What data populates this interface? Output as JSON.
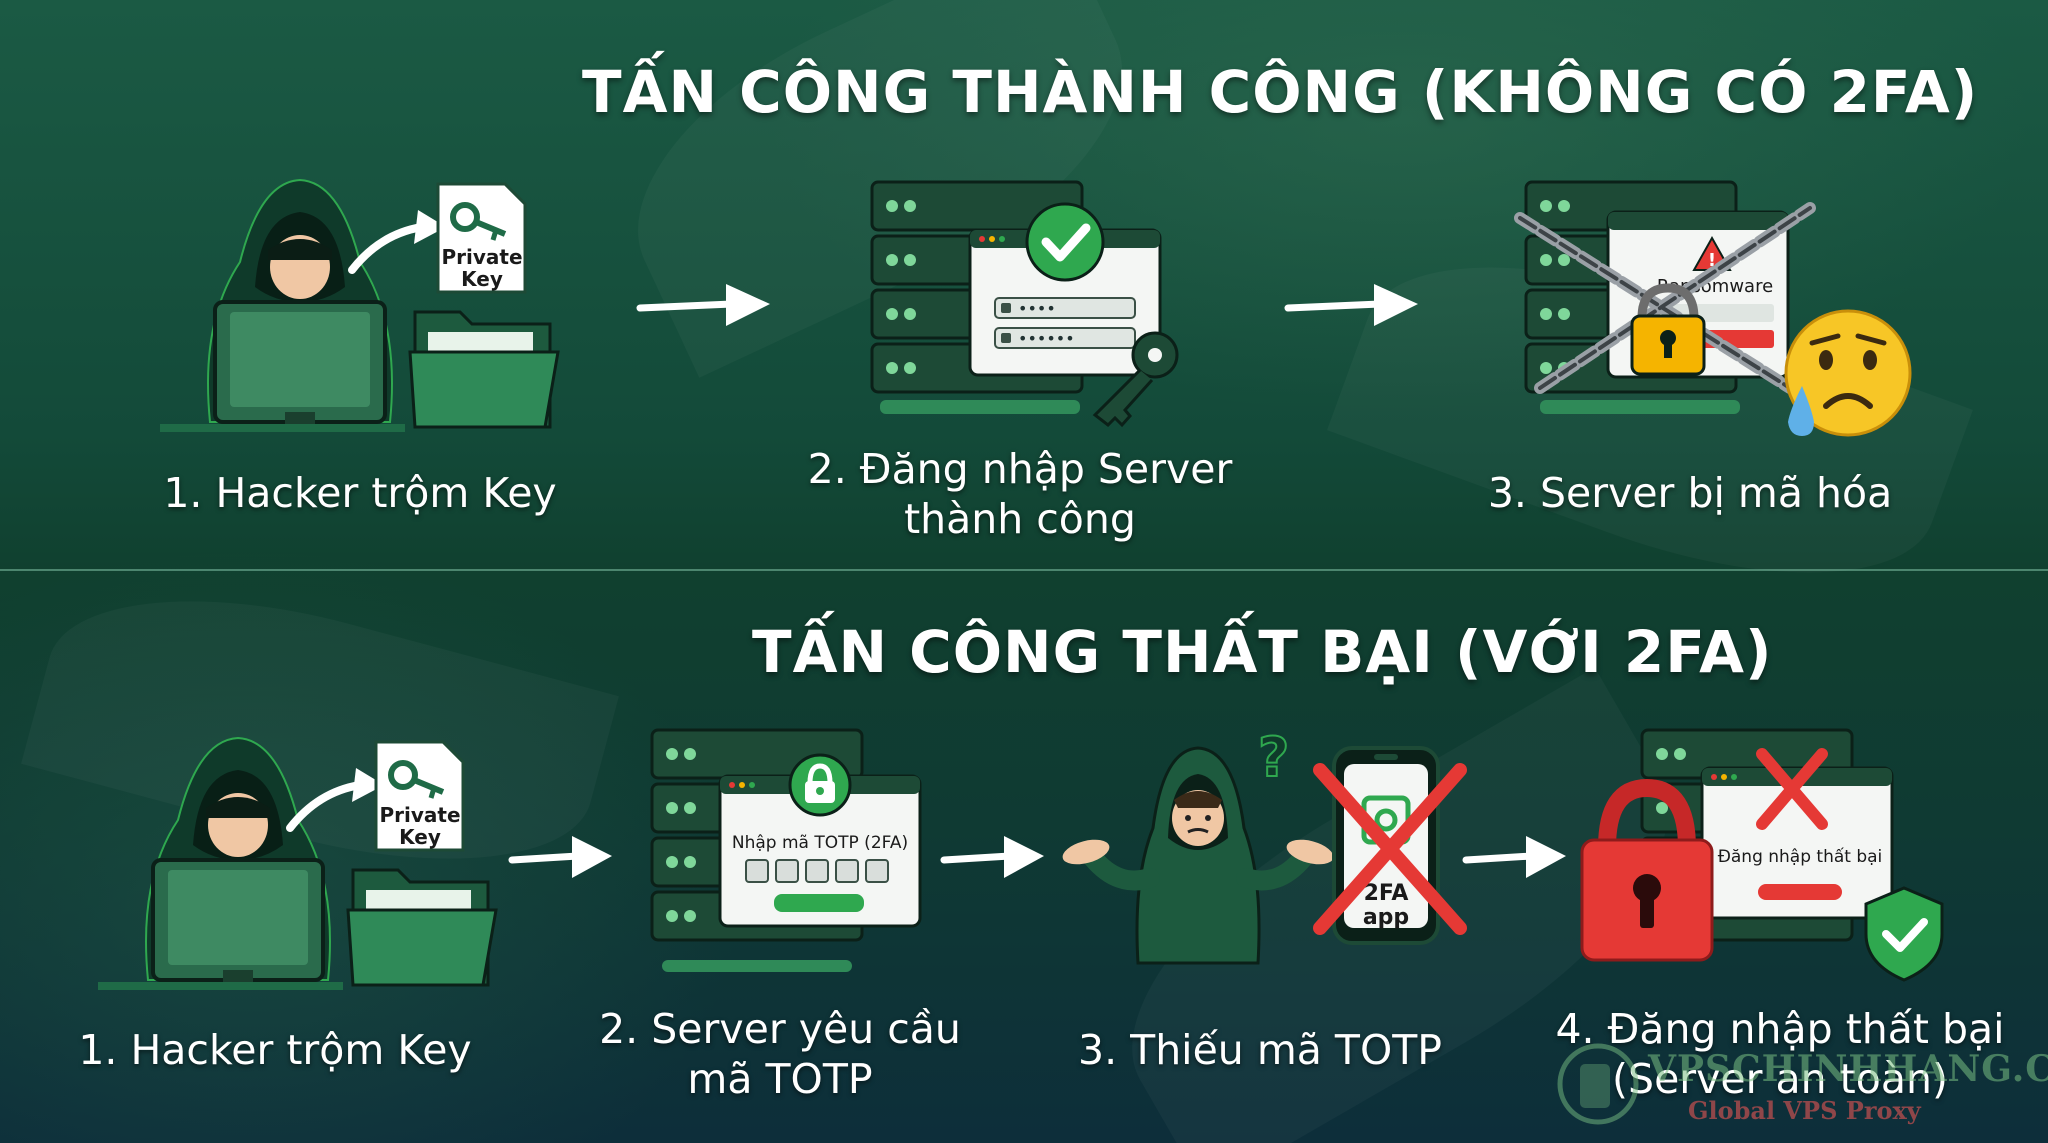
{
  "top": {
    "title": "TẤN CÔNG THÀNH CÔNG (KHÔNG CÓ 2FA)",
    "steps": [
      {
        "line1": "1. Hacker trộm Key",
        "line2": ""
      },
      {
        "line1": "2. Đăng nhập Server",
        "line2": "thành công"
      },
      {
        "line1": "3. Server bị mã hóa",
        "line2": ""
      }
    ],
    "key_note": {
      "line1": "Private",
      "line2": "Key"
    },
    "password_mask": "••••",
    "password_mask_long": "••••••",
    "ransom_text": "Ransomware"
  },
  "bottom": {
    "title": "TẤN CÔNG THẤT BẠI (VỚI 2FA)",
    "steps": [
      {
        "line1": "1. Hacker trộm Key",
        "line2": ""
      },
      {
        "line1": "2. Server yêu cầu",
        "line2": "mã TOTP"
      },
      {
        "line1": "3. Thiếu mã TOTP",
        "line2": ""
      },
      {
        "line1": "4. Đăng nhập thất bại",
        "line2": "(Server an toàn)"
      }
    ],
    "key_note": {
      "line1": "Private",
      "line2": "Key"
    },
    "totp_prompt": "Nhập mã TOTP (2FA)",
    "phone_app": {
      "line1": "2FA",
      "line2": "app"
    },
    "question_mark": "?",
    "fail_text": "Đăng nhập thất bại"
  },
  "watermark": {
    "name": "VPSCHINHHANG.COM",
    "tagline": "Global VPS Proxy"
  },
  "colors": {
    "accent_green": "#2fa84f",
    "server_dark": "#1d4a36",
    "alert_red": "#e53935",
    "lock_yellow": "#f5b400",
    "title_white": "#ffffff"
  }
}
